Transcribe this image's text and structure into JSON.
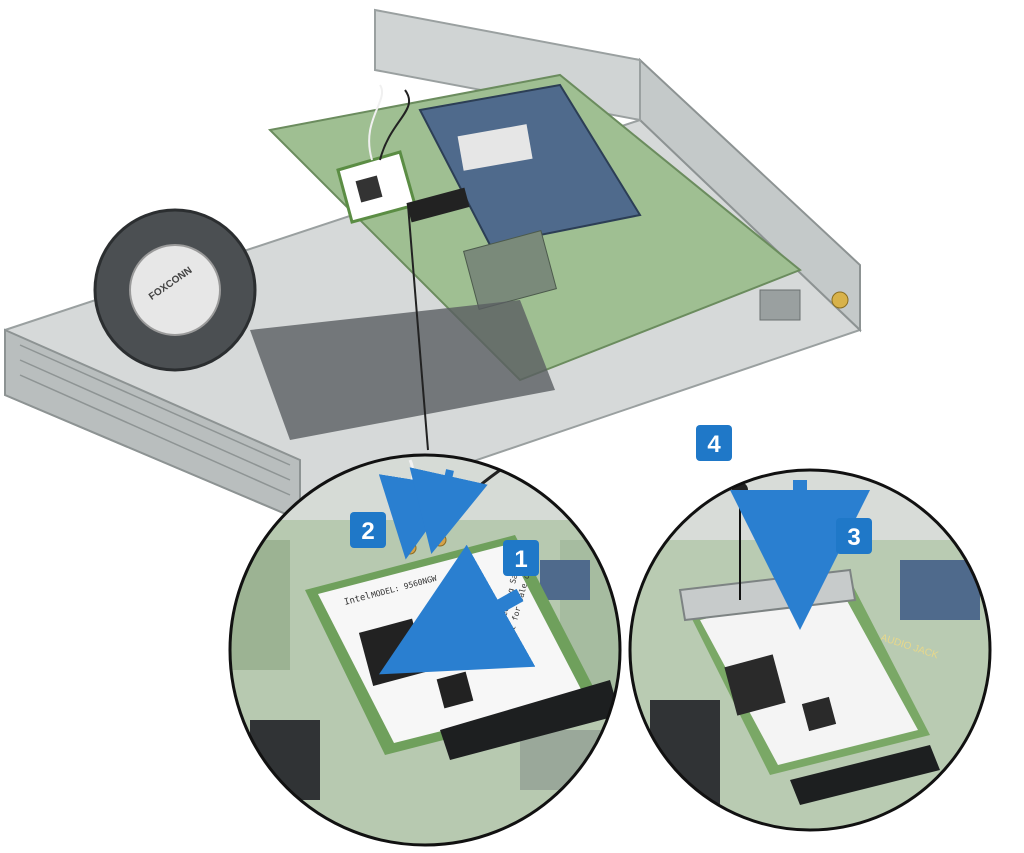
{
  "diagram": {
    "steps": [
      {
        "number": "1"
      },
      {
        "number": "2"
      },
      {
        "number": "3"
      },
      {
        "number": "4"
      }
    ],
    "fan_brand": "FOXCONN",
    "port_label": "AUDIO JACK",
    "card": {
      "brand": "Intel",
      "model": "MODEL: 9560NGW",
      "lines": [
        "Engineering Sample",
        "Not for Sale or Lease"
      ]
    },
    "colors": {
      "step_badge": "#1f78c8",
      "arrow": "#2a7fd0",
      "pcb_green": "#6fa05c",
      "chassis_gray": "#c9cccc"
    }
  }
}
